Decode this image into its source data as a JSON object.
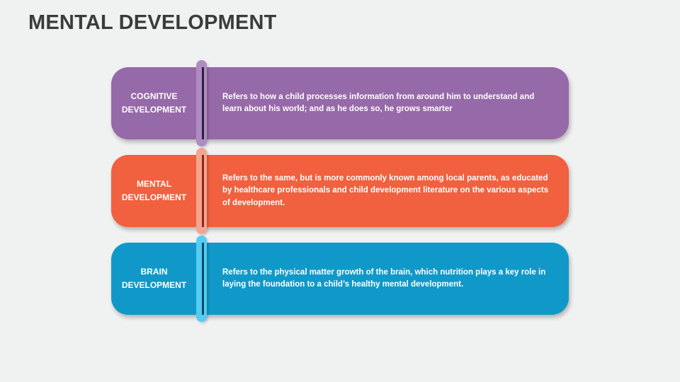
{
  "slide": {
    "title": "MENTAL DEVELOPMENT",
    "background_color": "#f0f1f1",
    "title_color": "#3b3b3b",
    "text_color": "#ffffff"
  },
  "cards": [
    {
      "label": "COGNITIVE DEVELOPMENT",
      "description": "Refers to how a child processes information from around him to understand and learn about his world; and as he does so, he grows smarter",
      "colors": {
        "base": "#9669a8",
        "capsule": "#ae8cc2",
        "line": "#2d1f3d"
      }
    },
    {
      "label": "MENTAL DEVELOPMENT",
      "description": "Refers to the same, but is more commonly known among local parents, as educated by healthcare professionals and child development literature on the various aspects of development.",
      "colors": {
        "base": "#f1603f",
        "capsule": "#f5a492",
        "line": "#8f2b12"
      }
    },
    {
      "label": "BRAIN DEVELOPMENT",
      "description": "Refers to the physical matter growth of the brain, which nutrition plays a key role in laying the foundation to a child’s healthy mental development.",
      "colors": {
        "base": "#1099c8",
        "capsule": "#54ccf4",
        "line": "#0a4a63"
      }
    }
  ]
}
